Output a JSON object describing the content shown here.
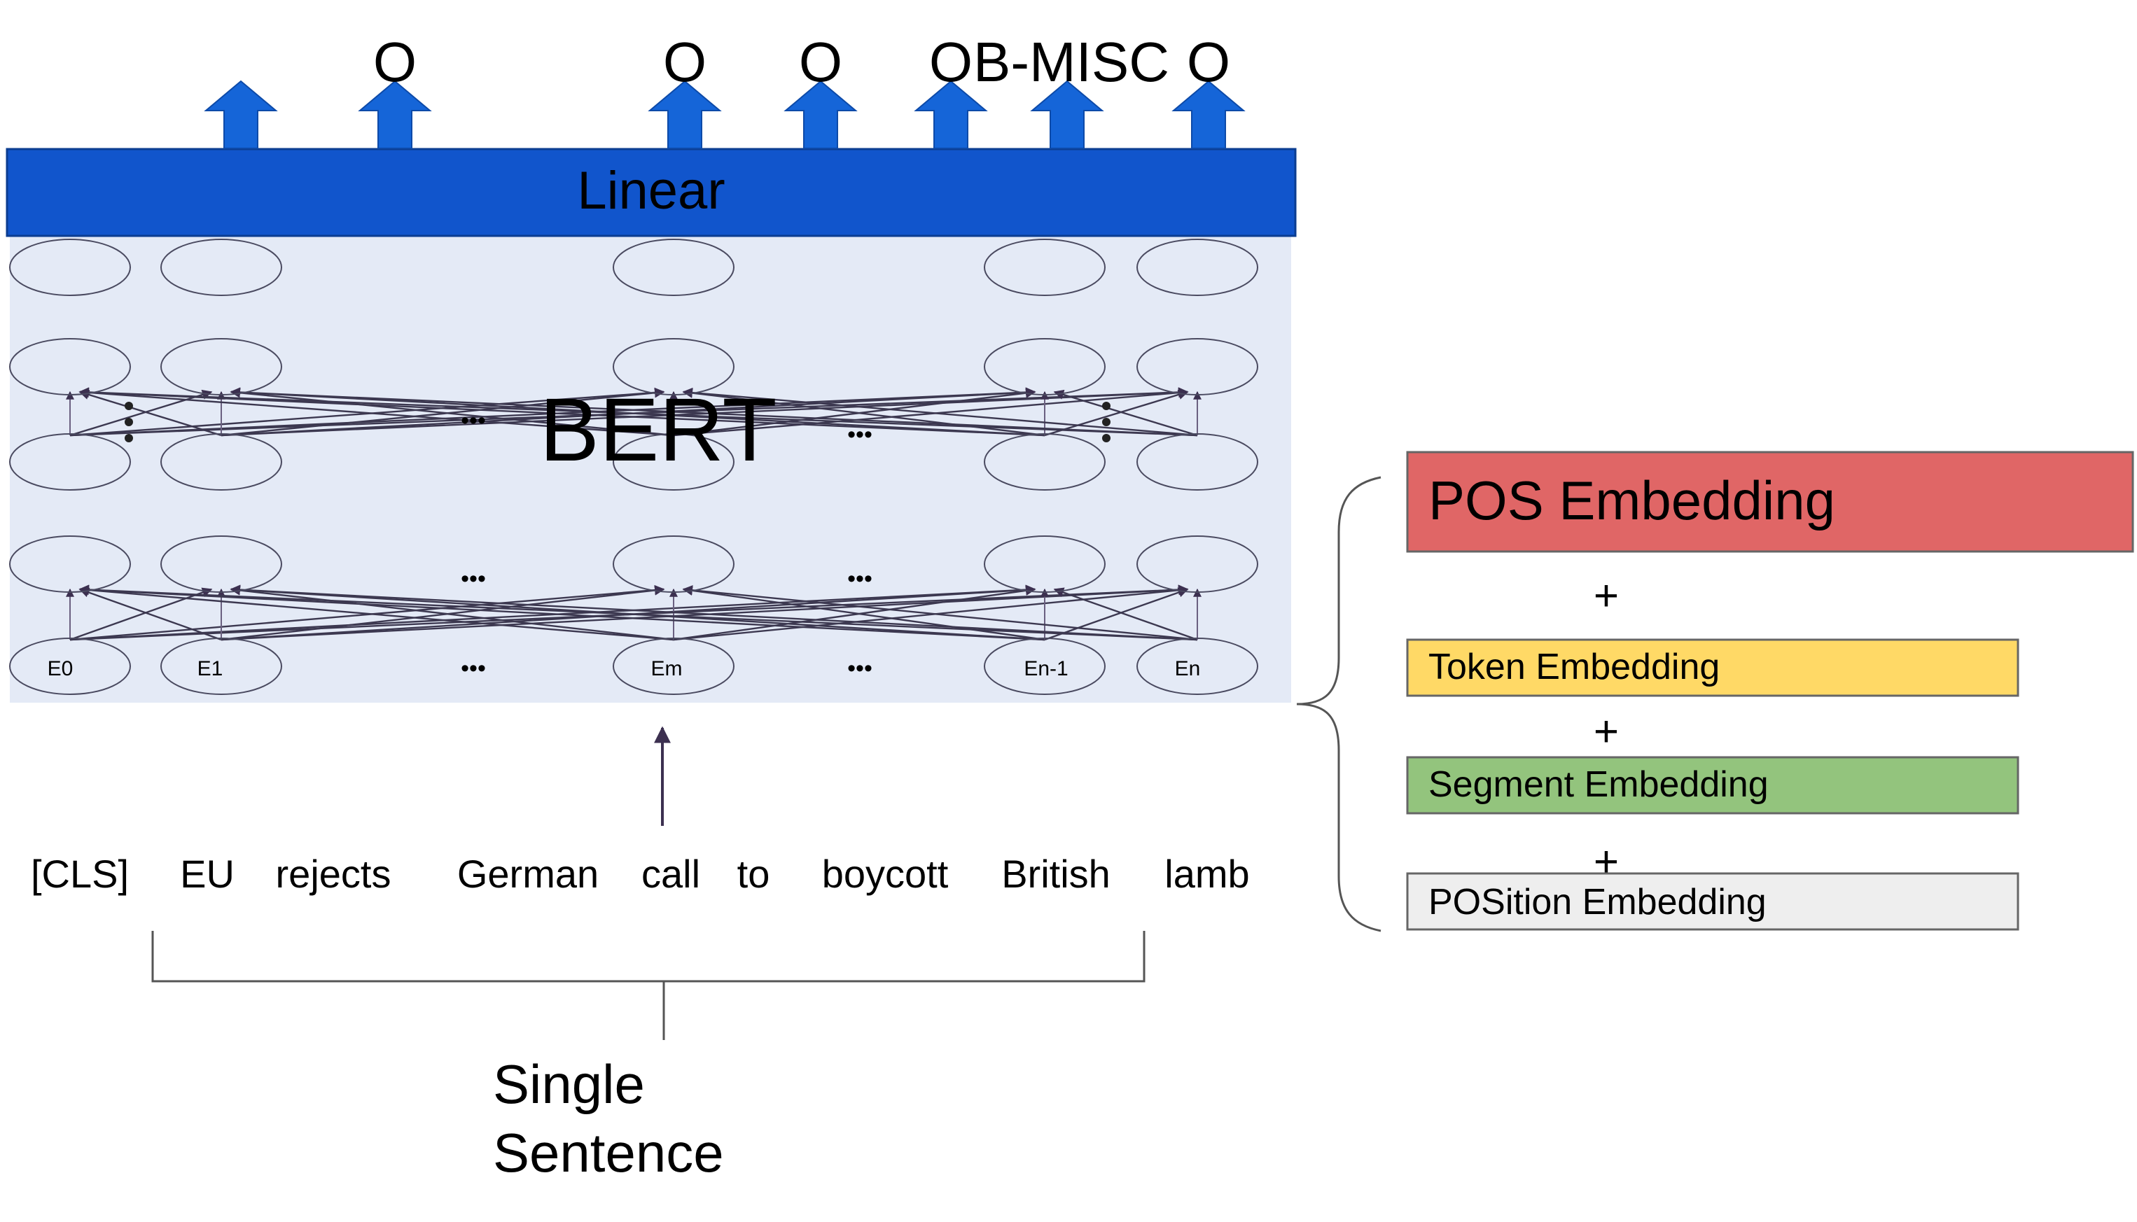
{
  "outputs": {
    "labels": [
      "O",
      "O",
      "O",
      "O",
      "B-MISC",
      "O"
    ]
  },
  "linear": {
    "label": "Linear"
  },
  "bert": {
    "label": "BERT"
  },
  "embeddings": {
    "labels": [
      "E0",
      "E1",
      "Em",
      "En-1",
      "En"
    ]
  },
  "ellipsis": "•••",
  "tokens": [
    "[CLS]",
    "EU",
    "rejects",
    "German",
    "call",
    "to",
    "boycott",
    "British",
    "lamb"
  ],
  "sentence_label": {
    "line1": "Single",
    "line2": "Sentence"
  },
  "embedding_stack": {
    "pos": "POS Embedding",
    "token": "Token Embedding",
    "segment": "Segment Embedding",
    "position": "POSition Embedding",
    "plus": "+"
  },
  "colors": {
    "arrow_blue": "#1565d8",
    "linear_blue": "#1155cc",
    "bert_bg": "#e4eaf6",
    "pos_red": "#e06666",
    "token_yellow": "#ffd966",
    "segment_green": "#93c47d",
    "position_gray": "#eeeeee"
  }
}
